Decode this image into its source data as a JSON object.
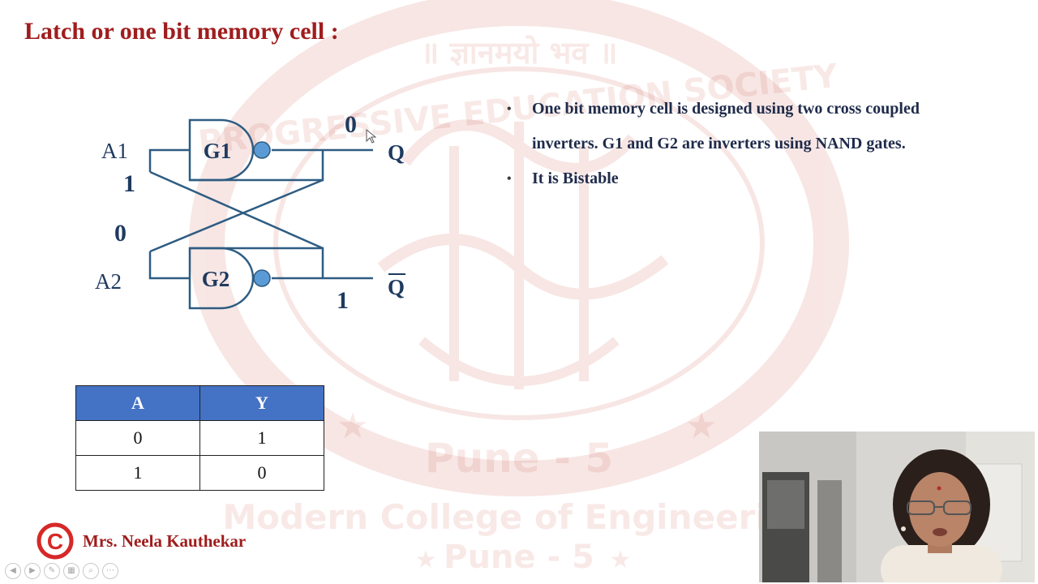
{
  "slide": {
    "title": "Latch or one bit memory cell :"
  },
  "watermark": {
    "top_text": "॥ ज्ञानमयो भव ॥",
    "ring_text": "PROGRESSIVE EDUCATION SOCIETY",
    "pune_text": "Pune - 5",
    "college_text": "Modern College of Engineering",
    "pune_bottom_text": "Pune - 5"
  },
  "circuit": {
    "gate_top": "G1",
    "gate_bottom": "G2",
    "input_top": "A1",
    "input_bottom": "A2",
    "output_top": "Q",
    "output_bottom": "Q",
    "annotations": {
      "top_output_value": "0",
      "top_input_value": "1",
      "bottom_input_value": "0",
      "bottom_output_value": "1"
    }
  },
  "bullets": [
    "One bit memory cell is designed using two cross coupled inverters. G1 and G2 are inverters using NAND gates.",
    "It is Bistable"
  ],
  "truth_table": {
    "headers": [
      "A",
      "Y"
    ],
    "rows": [
      [
        "0",
        "1"
      ],
      [
        "1",
        "0"
      ]
    ]
  },
  "footer": {
    "copyright_symbol": "C",
    "author": "Mrs. Neela Kauthekar"
  },
  "controls": [
    {
      "icon": "prev-icon",
      "glyph": "◀"
    },
    {
      "icon": "next-icon",
      "glyph": "▶"
    },
    {
      "icon": "pen-icon",
      "glyph": "✎"
    },
    {
      "icon": "slides-grid-icon",
      "glyph": "▦"
    },
    {
      "icon": "zoom-icon",
      "glyph": "⌕"
    },
    {
      "icon": "more-icon",
      "glyph": "⋯"
    }
  ],
  "colors": {
    "title": "#a01d1d",
    "circuit": "#2e5c82",
    "inversion_bubble": "#5b9bd5",
    "table_header": "#4472c4",
    "watermark": "#c0392b"
  }
}
